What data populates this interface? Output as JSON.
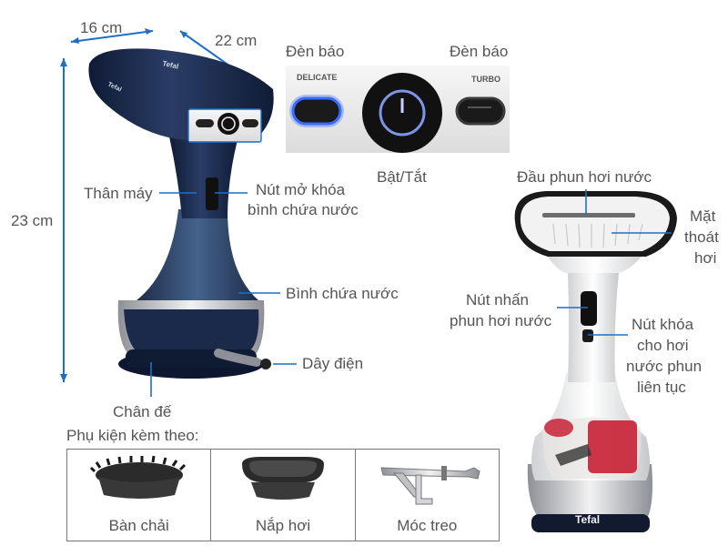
{
  "dimensions": {
    "width_label": "16 cm",
    "depth_label": "22 cm",
    "height_label": "23 cm"
  },
  "control_panel": {
    "delicate_text": "DELICATE",
    "turbo_text": "TURBO",
    "left_indicator_label": "Đèn báo",
    "right_indicator_label": "Đèn báo",
    "power_label": "Bật/Tắt"
  },
  "main_labels": {
    "body": "Thân máy",
    "unlock_line1": "Nút mở khóa",
    "unlock_line2": "bình chứa nước",
    "tank": "Bình chứa nước",
    "cord": "Dây điện",
    "base": "Chân đế"
  },
  "back_view_labels": {
    "nozzle": "Đầu phun hơi nước",
    "plate_line1": "Mặt",
    "plate_line2": "thoát",
    "plate_line3": "hơi",
    "trigger_line1": "Nút nhấn",
    "trigger_line2": "phun hơi nước",
    "lock_line1": "Nút khóa",
    "lock_line2": "cho hơi",
    "lock_line3": "nước phun",
    "lock_line4": "liên tục"
  },
  "brand": {
    "logo_text": "Tefal"
  },
  "accessories": {
    "title": "Phụ kiện kèm theo:",
    "items": [
      {
        "label": "Bàn chải",
        "icon": "brush-icon"
      },
      {
        "label": "Nắp hơi",
        "icon": "steam-cap-icon"
      },
      {
        "label": "Móc treo",
        "icon": "hanger-hook-icon"
      }
    ]
  },
  "colors": {
    "leader_line": "#1f6fc4",
    "body_navy": "#1f2f52",
    "indicator_blue": "#3a6bff"
  }
}
